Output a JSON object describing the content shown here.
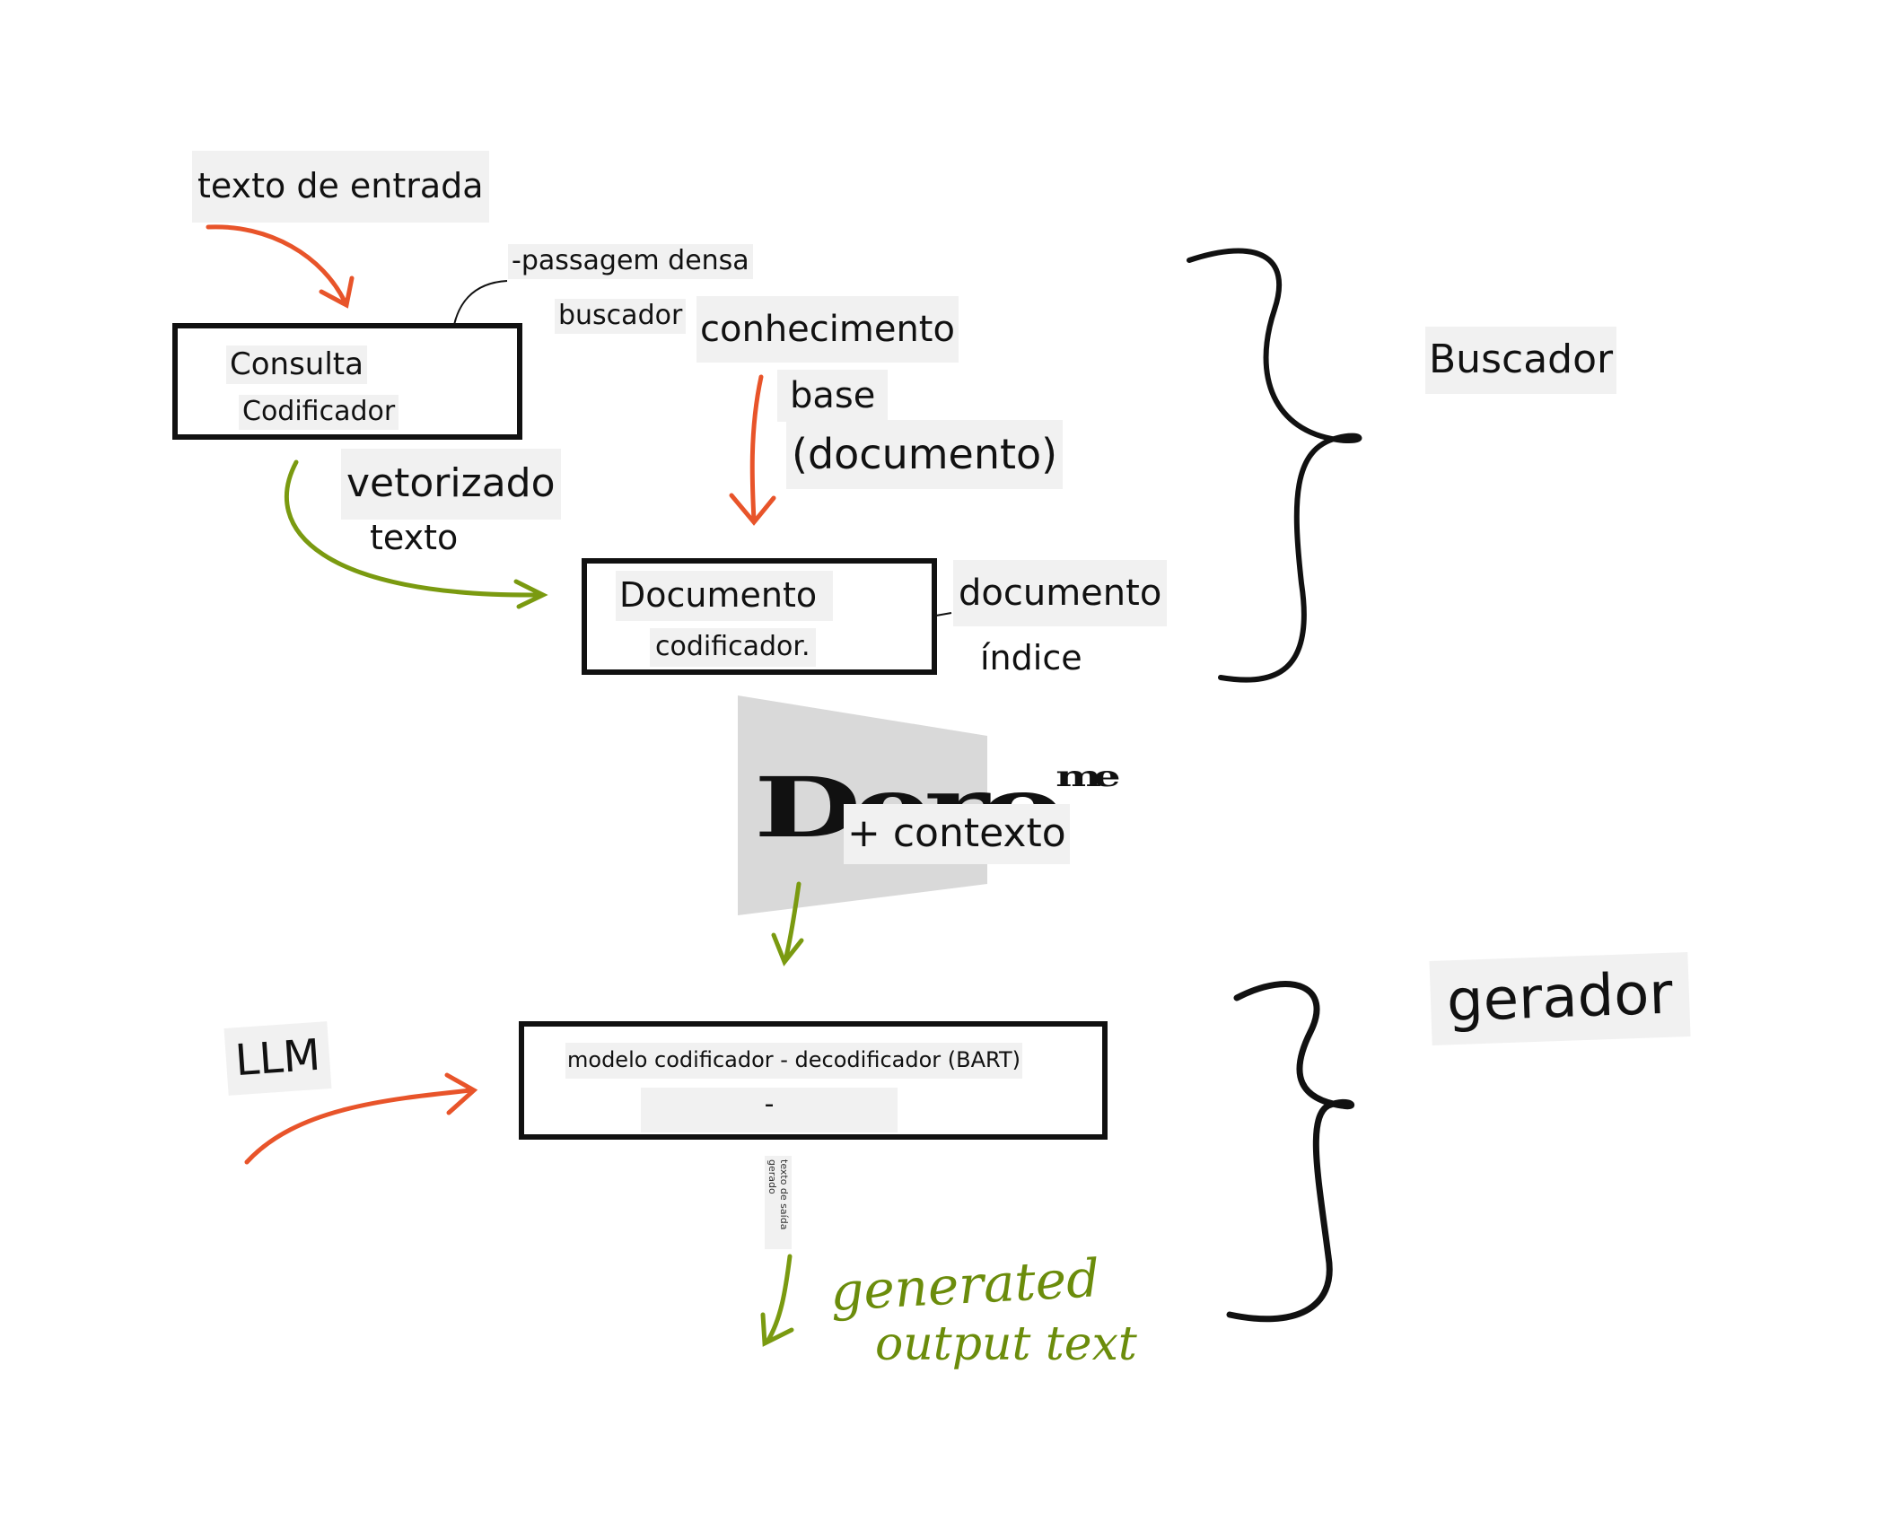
{
  "labels": {
    "input_text": "texto de entrada",
    "dense_passage_1": "-passagem densa",
    "dense_passage_2": "buscador",
    "query_encoder_1": "Consulta",
    "query_encoder_2": "Codificador",
    "vectorized_1": "vetorizado",
    "vectorized_2": "texto",
    "knowledge_1": "conhecimento",
    "knowledge_2": "base",
    "knowledge_3": "(documento)",
    "doc_encoder_1": "Documento",
    "doc_encoder_2": "codificador.",
    "doc_index_1": "documento",
    "doc_index_2": "índice",
    "retriever": "Buscador",
    "glitch": "Dero",
    "glitch_small": "me",
    "context": "+ contexto",
    "llm": "LLM",
    "model": "modelo codificador - decodificador (BART)",
    "model_dash": "-",
    "output_vertical": "texto de saída gerado",
    "generated_1": "generated",
    "generated_2": "output text",
    "generator": "gerador"
  },
  "colors": {
    "red_arrow": "#e8542a",
    "green_arrow": "#7a9a10",
    "ink": "#111111",
    "label_bg": "#f1f1f1"
  }
}
